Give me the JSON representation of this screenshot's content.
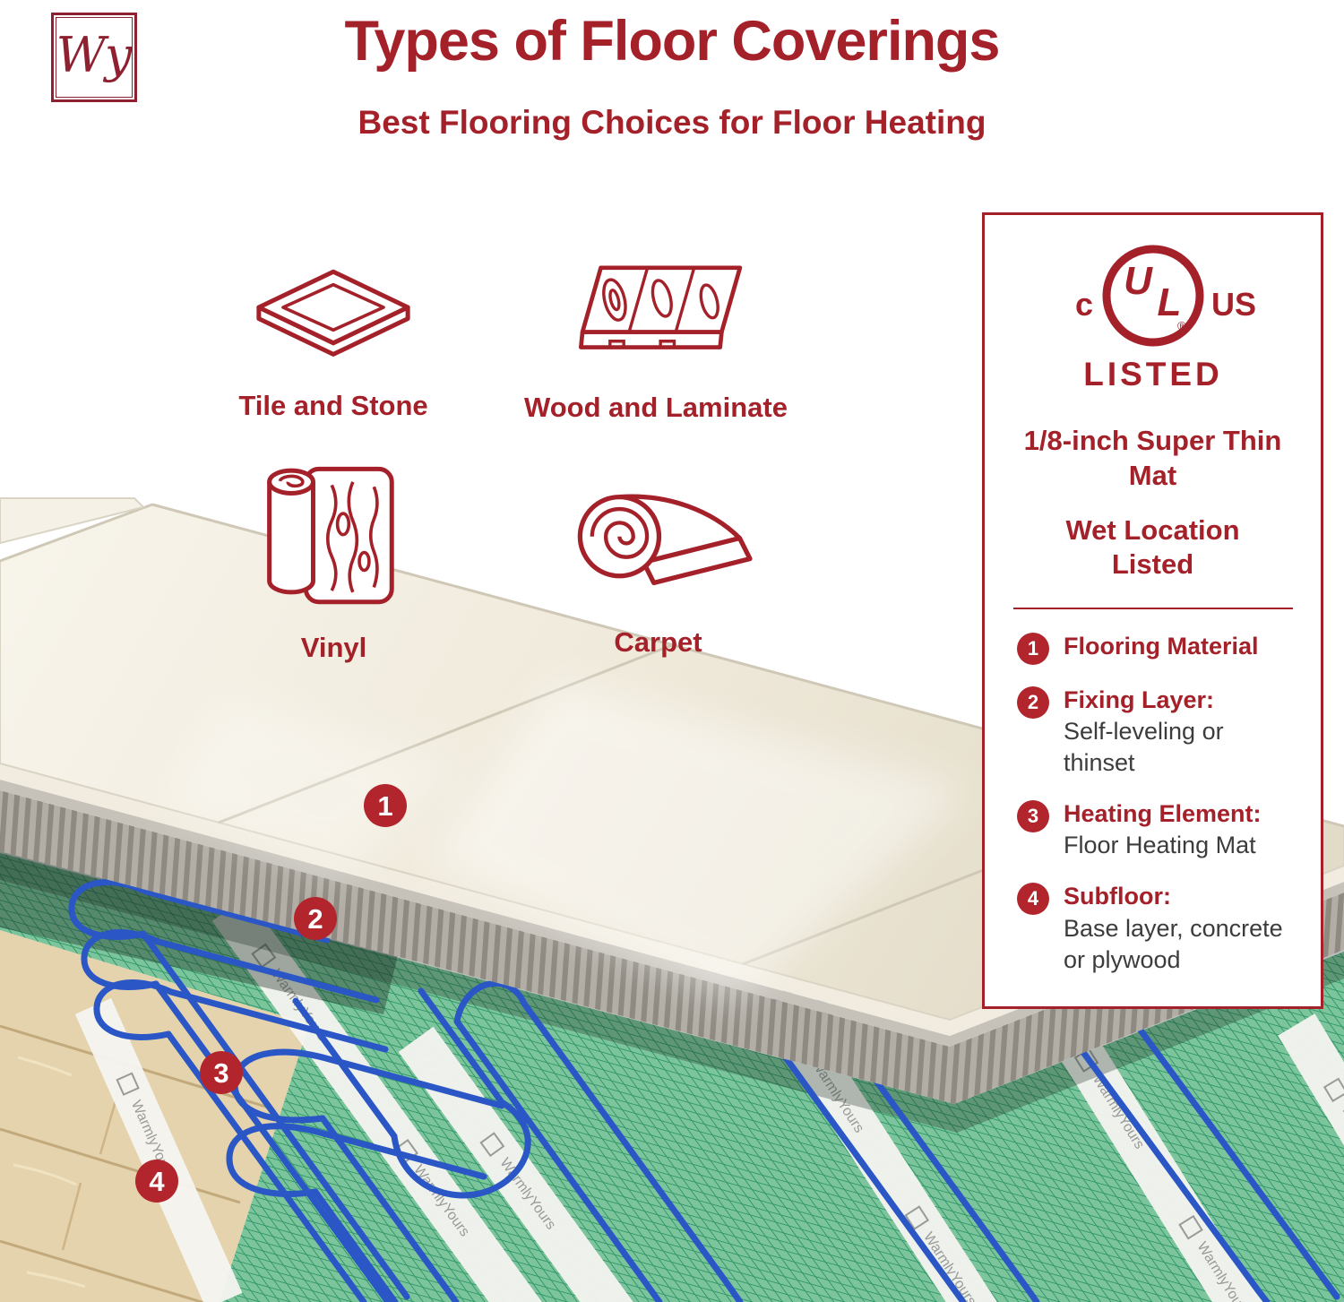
{
  "header": {
    "logo_text": "Wy",
    "title": "Types of Floor Coverings",
    "subtitle": "Best Flooring Choices for Floor Heating"
  },
  "flooring_types": [
    {
      "label": "Tile and Stone"
    },
    {
      "label": "Wood and Laminate"
    },
    {
      "label": "Vinyl"
    },
    {
      "label": "Carpet"
    }
  ],
  "info_panel": {
    "ul_mark": {
      "prefix": "c",
      "u": "U",
      "l": "L",
      "registered": "®",
      "suffix": "US",
      "listed": "LISTED"
    },
    "feature_1": "1/8-inch Super Thin Mat",
    "feature_2": "Wet Location Listed",
    "legend": [
      {
        "number": "1",
        "title": "Flooring Material",
        "description": ""
      },
      {
        "number": "2",
        "title": "Fixing Layer:",
        "description": "Self-leveling or thinset"
      },
      {
        "number": "3",
        "title": "Heating Element:",
        "description": "Floor Heating Mat"
      },
      {
        "number": "4",
        "title": "Subfloor:",
        "description": "Base layer, concrete or plywood"
      }
    ]
  },
  "diagram": {
    "markers": [
      {
        "number": "1"
      },
      {
        "number": "2"
      },
      {
        "number": "3"
      },
      {
        "number": "4"
      }
    ],
    "mat_brand": "WarmlyYours"
  },
  "colors": {
    "brand_red": "#a4212a",
    "marker_red": "#b2252c",
    "cable_blue": "#2a56c6",
    "mesh_green": "#2f9768",
    "tile_cream": "#efe9da",
    "thinset_gray": "#a39f98",
    "wood_tan": "#e4d3ad",
    "text_dark": "#3c3c3c"
  }
}
